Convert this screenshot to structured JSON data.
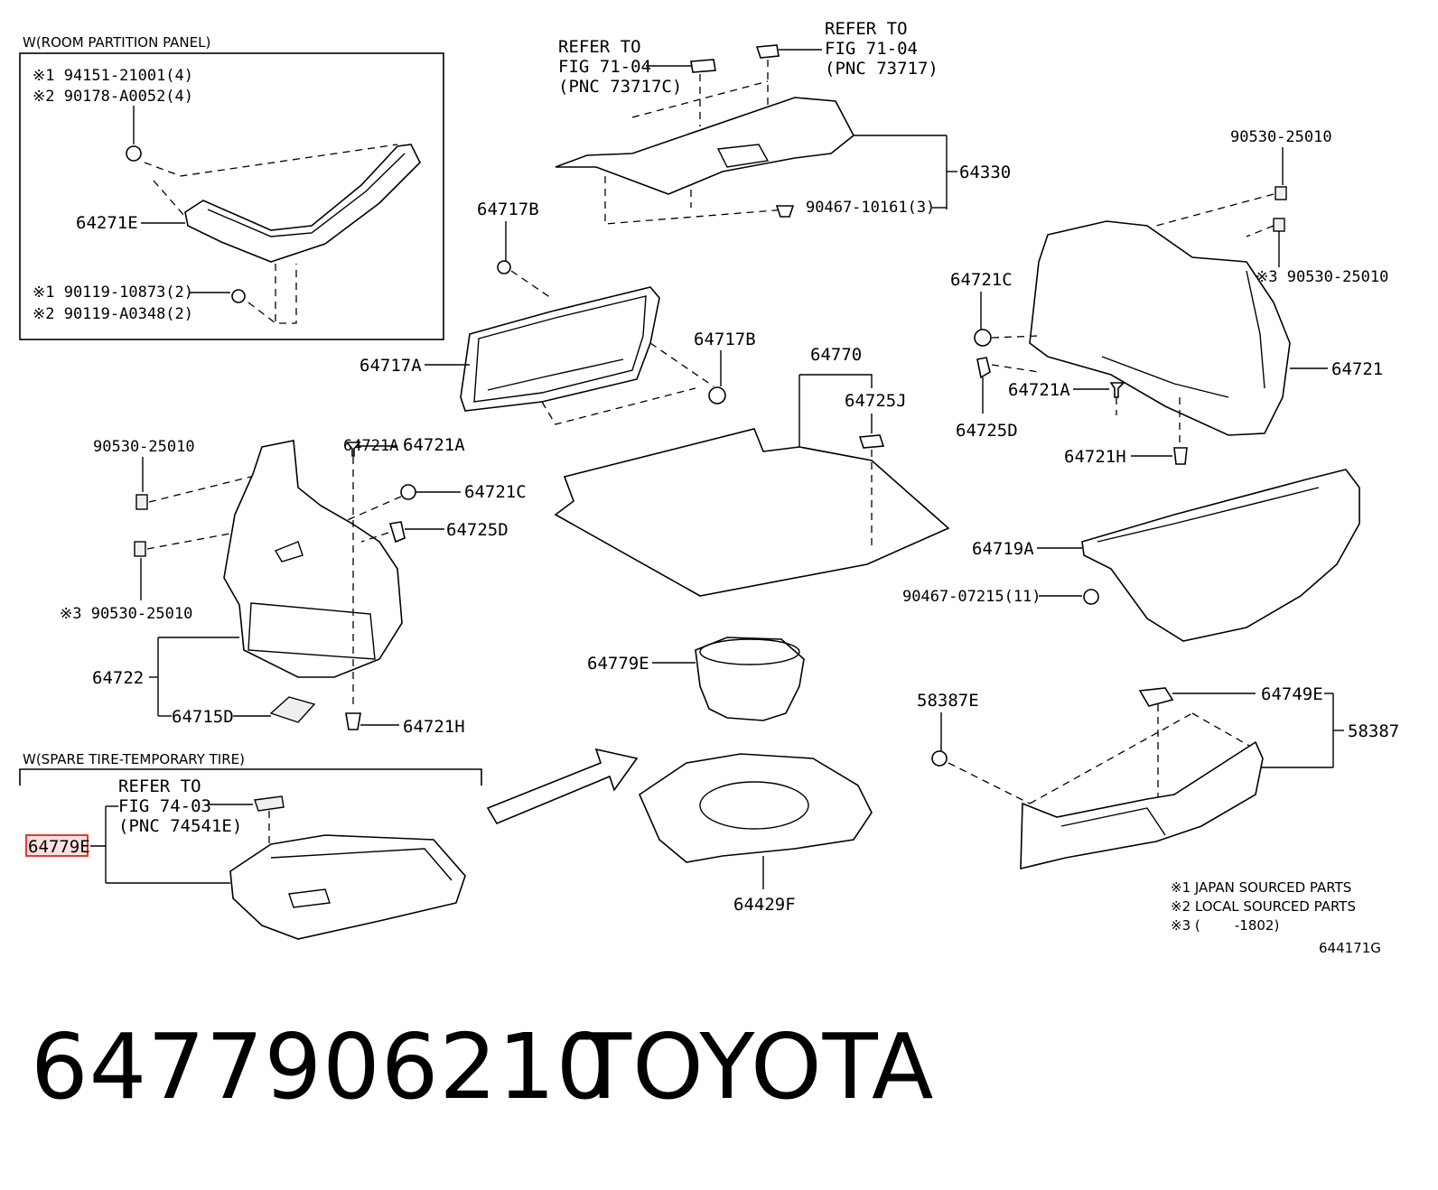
{
  "panels": {
    "room_partition": "W(ROOM PARTITION PANEL)",
    "spare_tire": "W(SPARE TIRE-TEMPORARY TIRE)"
  },
  "labels": {
    "p94151": "※1 94151-21001(4)",
    "p90178": "※2 90178-A0052(4)",
    "p64271E": "64271E",
    "p90119a": "※1 90119-10873(2)",
    "p90119b": "※2 90119-A0348(2)",
    "ref1_a": "REFER TO",
    "ref1_b": "FIG 71-04",
    "ref1_c": "(PNC 73717C)",
    "ref2_a": "REFER TO",
    "ref2_b": "FIG 71-04",
    "ref2_c": "(PNC 73717)",
    "p64330": "64330",
    "p90467a": "90467-10161(3)",
    "p90530_top": "90530-25010",
    "p90530_r3": "※3 90530-25010",
    "p64717B_top": "64717B",
    "p64717A": "64717A",
    "p64717B_mid": "64717B",
    "p64770": "64770",
    "p64725J": "64725J",
    "p64721C_r": "64721C",
    "p64721_r": "64721",
    "p64721A_r": "64721A",
    "p64725D_r": "64725D",
    "p64721H_r": "64721H",
    "p90530_l": "90530-25010",
    "p90530_l3": "※3 90530-25010",
    "p64721A_l": "64721A",
    "p64721C_l": "64721C",
    "p64725D_l": "64725D",
    "p64722": "64722",
    "p64715D": "64715D",
    "p64721H_l": "64721H",
    "p64719A": "64719A",
    "p90467b": "90467-07215(11)",
    "p64779E_mid": "64779E",
    "p58387E": "58387E",
    "p64749E": "64749E",
    "p58387": "58387",
    "ref3_a": "REFER TO",
    "ref3_b": "FIG 74-03",
    "ref3_c": "(PNC 74541E)",
    "p64779E_highlight": "64779E",
    "p64429F": "64429F"
  },
  "notes": [
    "※1 JAPAN SOURCED PARTS",
    "※2 LOCAL SOURCED PARTS",
    "※3 (        -1802)"
  ],
  "figure_code": "644171G",
  "footer": {
    "part_number": "6477906210",
    "brand": "TOYOTA"
  },
  "colors": {
    "highlight_box": "#e53935",
    "highlight_fill": "#fde0e0"
  }
}
